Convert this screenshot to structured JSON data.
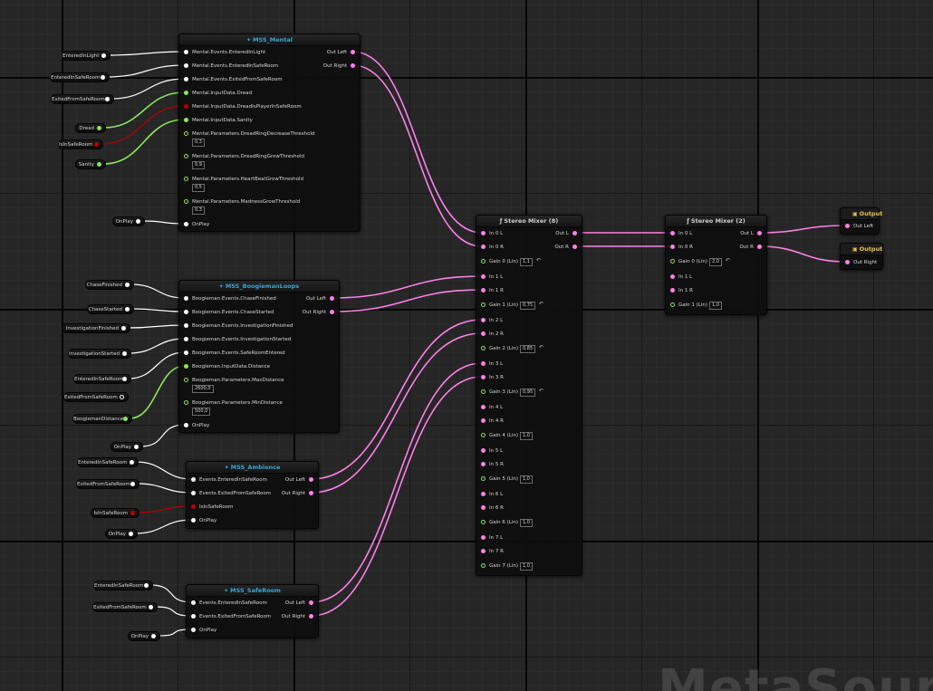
{
  "colors": {
    "audio_wire": "#ff80e8",
    "float_wire": "#8be65a",
    "bool_wire": "#b80000",
    "exec_wire": "#ffffff",
    "metasound_header": "#37a6d6",
    "output_header": "#e8c248"
  },
  "watermark": "MetaSounds",
  "nodes": {
    "mental": {
      "title": "MSS_Mental",
      "icon": "metasound-icon",
      "inputs": [
        {
          "label": "Mental.Events.EnteredInLight",
          "kind": "trigger"
        },
        {
          "label": "Mental.Events.EnteredInSafeRoom",
          "kind": "trigger"
        },
        {
          "label": "Mental.Events.ExitedFromSafeRoom",
          "kind": "trigger"
        },
        {
          "label": "Mental.InputData.Dread",
          "kind": "float"
        },
        {
          "label": "Mental.InputData.DreadIsPlayerInSafeRoom",
          "kind": "bool"
        },
        {
          "label": "Mental.InputData.Sanity",
          "kind": "float"
        },
        {
          "label": "Mental.Parameters.DreadRingDecreaseThreshold",
          "kind": "float-param",
          "value": "0,3"
        },
        {
          "label": "Mental.Parameters.DreadRingGrowThreshold",
          "kind": "float-param",
          "value": "0,9"
        },
        {
          "label": "Mental.Parameters.HeartBeatGrowThreshold",
          "kind": "float-param",
          "value": "0,5"
        },
        {
          "label": "Mental.Parameters.MadnessGrowThreshold",
          "kind": "float-param",
          "value": "0,3"
        },
        {
          "label": "OnPlay",
          "kind": "trigger"
        }
      ],
      "outputs": [
        {
          "label": "Out Left"
        },
        {
          "label": "Out Right"
        }
      ]
    },
    "boogieman": {
      "title": "MSS_BoogiemanLoops",
      "icon": "metasound-icon",
      "inputs": [
        {
          "label": "Boogieman.Events.ChaseFinished",
          "kind": "trigger"
        },
        {
          "label": "Boogieman.Events.ChaseStarted",
          "kind": "trigger"
        },
        {
          "label": "Boogieman.Events.InvestigationFinished",
          "kind": "trigger"
        },
        {
          "label": "Boogieman.Events.InvestigationStarted",
          "kind": "trigger"
        },
        {
          "label": "Boogieman.Events.SafeRoomEntered",
          "kind": "trigger"
        },
        {
          "label": "Boogieman.InputData.Distance",
          "kind": "float"
        },
        {
          "label": "Boogieman.Parameters.MaxDistance",
          "kind": "float-param",
          "value": "2600,0"
        },
        {
          "label": "Boogieman.Parameters.MinDistance",
          "kind": "float-param",
          "value": "500,0"
        },
        {
          "label": "OnPlay",
          "kind": "trigger"
        }
      ],
      "outputs": [
        {
          "label": "Out Left"
        },
        {
          "label": "Out Right"
        }
      ]
    },
    "ambience": {
      "title": "MSS_Ambience",
      "icon": "metasound-icon",
      "inputs": [
        {
          "label": "Events.EnteredInSafeRoom",
          "kind": "trigger"
        },
        {
          "label": "Events.ExitedFromSafeRoom",
          "kind": "trigger"
        },
        {
          "label": "IsInSafeRoom",
          "kind": "bool"
        },
        {
          "label": "OnPlay",
          "kind": "trigger"
        }
      ],
      "outputs": [
        {
          "label": "Out Left"
        },
        {
          "label": "Out Right"
        }
      ]
    },
    "saferoom": {
      "title": "MSS_SafeRoom",
      "icon": "metasound-icon",
      "inputs": [
        {
          "label": "Events.EnteredInSafeRoom",
          "kind": "trigger"
        },
        {
          "label": "Events.ExitedFromSafeRoom",
          "kind": "trigger"
        },
        {
          "label": "OnPlay",
          "kind": "trigger"
        }
      ],
      "outputs": [
        {
          "label": "Out Left"
        },
        {
          "label": "Out Right"
        }
      ]
    },
    "mixer8": {
      "title": "Stereo Mixer (8)",
      "icon": "function-icon",
      "inputs": [
        {
          "label": "In 0 L",
          "kind": "audio"
        },
        {
          "label": "In 0 R",
          "kind": "audio"
        },
        {
          "label": "Gain 0 (Lin)",
          "kind": "gain",
          "value": "1,1"
        },
        {
          "label": "In 1 L",
          "kind": "audio"
        },
        {
          "label": "In 1 R",
          "kind": "audio"
        },
        {
          "label": "Gain 1 (Lin)",
          "kind": "gain",
          "value": "0,75"
        },
        {
          "label": "In 2 L",
          "kind": "audio"
        },
        {
          "label": "In 2 R",
          "kind": "audio"
        },
        {
          "label": "Gain 2 (Lin)",
          "kind": "gain",
          "value": "0,85"
        },
        {
          "label": "In 3 L",
          "kind": "audio"
        },
        {
          "label": "In 3 R",
          "kind": "audio"
        },
        {
          "label": "Gain 3 (Lin)",
          "kind": "gain",
          "value": "0,95"
        },
        {
          "label": "In 4 L",
          "kind": "audio"
        },
        {
          "label": "In 4 R",
          "kind": "audio"
        },
        {
          "label": "Gain 4 (Lin)",
          "kind": "gain",
          "value": "1,0"
        },
        {
          "label": "In 5 L",
          "kind": "audio"
        },
        {
          "label": "In 5 R",
          "kind": "audio"
        },
        {
          "label": "Gain 5 (Lin)",
          "kind": "gain",
          "value": "1,0"
        },
        {
          "label": "In 6 L",
          "kind": "audio"
        },
        {
          "label": "In 6 R",
          "kind": "audio"
        },
        {
          "label": "Gain 6 (Lin)",
          "kind": "gain",
          "value": "1,0"
        },
        {
          "label": "In 7 L",
          "kind": "audio"
        },
        {
          "label": "In 7 R",
          "kind": "audio"
        },
        {
          "label": "Gain 7 (Lin)",
          "kind": "gain",
          "value": "1,0"
        }
      ],
      "outputs": [
        {
          "label": "Out L"
        },
        {
          "label": "Out R"
        }
      ]
    },
    "mixer2": {
      "title": "Stereo Mixer (2)",
      "icon": "function-icon",
      "inputs": [
        {
          "label": "In 0 L",
          "kind": "audio"
        },
        {
          "label": "In 0 R",
          "kind": "audio"
        },
        {
          "label": "Gain 0 (Lin)",
          "kind": "gain",
          "value": "2,0"
        },
        {
          "label": "In 1 L",
          "kind": "audio"
        },
        {
          "label": "In 1 R",
          "kind": "audio"
        },
        {
          "label": "Gain 1 (Lin)",
          "kind": "gain",
          "value": "1,0"
        }
      ],
      "outputs": [
        {
          "label": "Out L"
        },
        {
          "label": "Out R"
        }
      ]
    },
    "out_left": {
      "title": "Output",
      "icon": "output-icon",
      "pin": "Out Left"
    },
    "out_right": {
      "title": "Output",
      "icon": "output-icon",
      "pin": "Out Right"
    }
  },
  "getters": [
    {
      "label": "EnteredInLight",
      "kind": "trigger"
    },
    {
      "label": "EnteredInSafeRoom",
      "kind": "trigger"
    },
    {
      "label": "ExitedFromSafeRoom",
      "kind": "trigger"
    },
    {
      "label": "Dread",
      "kind": "float"
    },
    {
      "label": "IsInSafeRoom",
      "kind": "bool"
    },
    {
      "label": "Sanity",
      "kind": "float"
    },
    {
      "label": "OnPlay",
      "kind": "trigger"
    },
    {
      "label": "ChaseFinished",
      "kind": "trigger"
    },
    {
      "label": "ChaseStarted",
      "kind": "trigger"
    },
    {
      "label": "InvestigationFinished",
      "kind": "trigger"
    },
    {
      "label": "InvestigationStarted",
      "kind": "trigger"
    },
    {
      "label": "EnteredInSafeRoom",
      "kind": "trigger"
    },
    {
      "label": "ExitedFromSafeRoom",
      "kind": "trigger-open"
    },
    {
      "label": "BoogiemanDistance",
      "kind": "float"
    },
    {
      "label": "OnPlay",
      "kind": "trigger"
    },
    {
      "label": "EnteredInSafeRoom",
      "kind": "trigger"
    },
    {
      "label": "ExitedFromSafeRoom",
      "kind": "trigger"
    },
    {
      "label": "IsInSafeRoom",
      "kind": "bool"
    },
    {
      "label": "OnPlay",
      "kind": "trigger"
    },
    {
      "label": "EnteredInSafeRoom",
      "kind": "trigger"
    },
    {
      "label": "ExitedFromSafeRoom",
      "kind": "trigger"
    },
    {
      "label": "OnPlay",
      "kind": "trigger"
    }
  ]
}
